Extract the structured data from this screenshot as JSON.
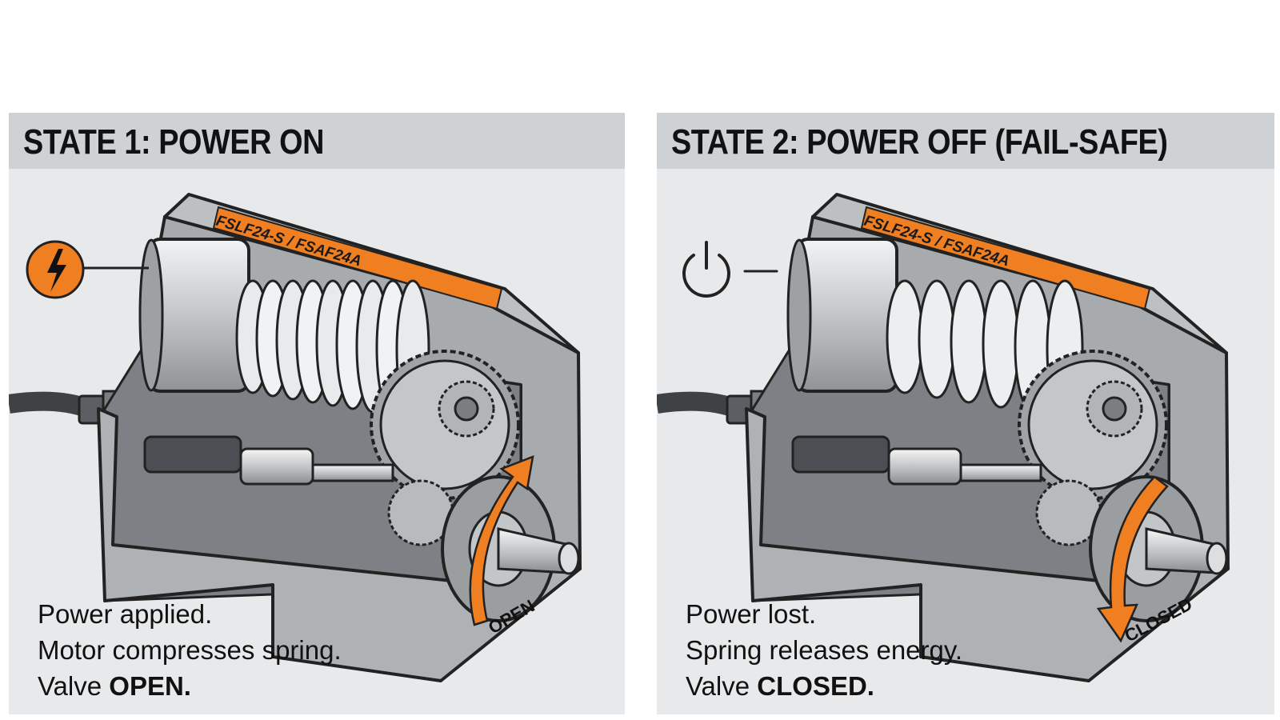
{
  "colors": {
    "accent_orange": "#f07f22",
    "panel_bg": "#e7e9ea",
    "header_bg": "#cfd2d4",
    "housing_grey": "#a9adb0"
  },
  "panels": [
    {
      "title": "STATE 1: POWER ON",
      "label_plate": "FSLF24-S / FSAF24A",
      "status_icon": "lightning-bolt-icon",
      "rotation_label": "OPEN",
      "rotation_direction": "counterclockwise-up",
      "caption": {
        "line1": "Power applied.",
        "line2": "Motor compresses spring.",
        "line3_prefix": "Valve ",
        "line3_bold": "OPEN."
      }
    },
    {
      "title": "STATE 2: POWER OFF (FAIL-SAFE)",
      "label_plate": "FSLF24-S / FSAF24A",
      "status_icon": "power-off-icon",
      "rotation_label": "CLOSED",
      "rotation_direction": "clockwise-down",
      "caption": {
        "line1": "Power lost.",
        "line2": "Spring releases energy.",
        "line3_prefix": "Valve ",
        "line3_bold": "CLOSED."
      }
    }
  ]
}
